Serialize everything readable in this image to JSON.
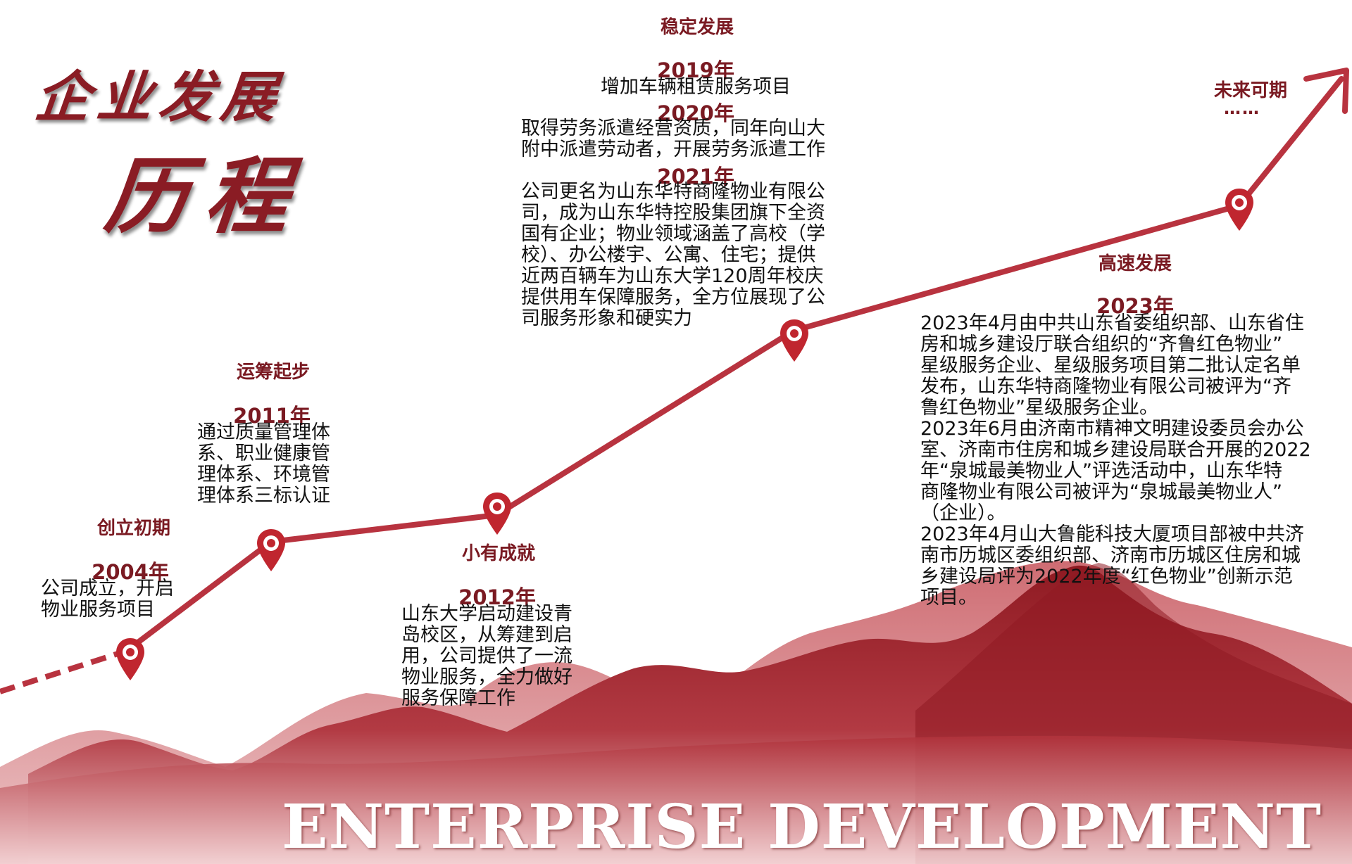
{
  "colors": {
    "line": "#b8333f",
    "mountain_dark": "#8f1a22",
    "mountain_light": "#d28c90",
    "label": "#7a1a22"
  },
  "title": {
    "line1": "企业发展",
    "line2": "历程"
  },
  "banner": "ENTERPRISE DEVELOPMENT",
  "milestones": [
    {
      "stage": "创立初期",
      "year": "2004年",
      "text": "公司成立，开启\n物业服务项目"
    },
    {
      "stage": "运筹起步",
      "year": "2011年",
      "text": "通过质量管理体\n系、职业健康管\n理体系、环境管\n理体系三标认证"
    },
    {
      "stage": "小有成就",
      "year": "2012年",
      "text": "山东大学启动建设青\n岛校区，从筹建到启\n用，公司提供了一流\n物业服务，全力做好\n服务保障工作"
    },
    {
      "stage": "稳定发展",
      "entries": [
        {
          "year": "2019年",
          "text": "增加车辆租赁服务项目"
        },
        {
          "year": "2020年",
          "text": "取得劳务派遣经营资质，同年向山大\n附中派遣劳动者，开展劳务派遣工作"
        },
        {
          "year": "2021年",
          "text": "公司更名为山东华特商隆物业有限公\n司，成为山东华特控股集团旗下全资\n国有企业；物业领域涵盖了高校（学\n校）、办公楼宇、公寓、住宅；提供\n近两百辆车为山东大学120周年校庆\n提供用车保障服务，全方位展现了公\n司服务形象和硬实力"
        }
      ]
    },
    {
      "stage": "高速发展",
      "year": "2023年",
      "text": "2023年4月由中共山东省委组织部、山东省住\n房和城乡建设厅联合组织的“齐鲁红色物业”\n星级服务企业、星级服务项目第二批认定名单\n发布，山东华特商隆物业有限公司被评为“齐\n鲁红色物业”星级服务企业。\n2023年6月由济南市精神文明建设委员会办公\n室、济南市住房和城乡建设局联合开展的2022\n年“泉城最美物业人”评选活动中，山东华特\n商隆物业有限公司被评为“泉城最美物业人”\n（企业）。\n2023年4月山大鲁能科技大厦项目部被中共济\n南市历城区委组织部、济南市历城区住房和城\n乡建设局评为2022年度“红色物业”创新示范\n项目。"
    },
    {
      "stage": "未来可期",
      "dots": "……"
    }
  ],
  "icons": [
    "location-pin-icon",
    "arrow-head-icon"
  ]
}
